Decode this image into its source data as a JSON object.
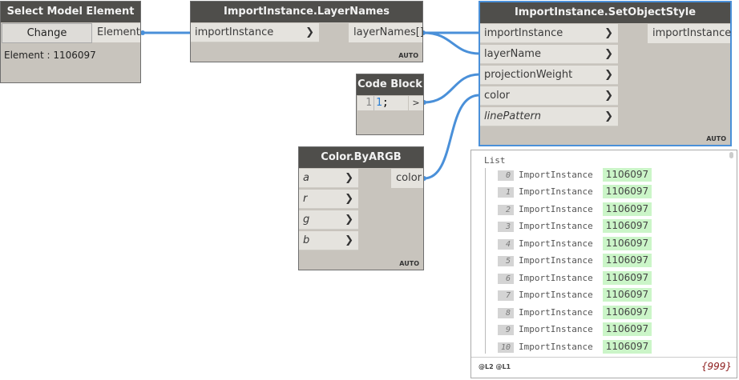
{
  "colors": {
    "wire": "#4a90d9",
    "header_bg": "#4f4e4b",
    "node_body": "#c8c4bd",
    "port_bg": "#e5e3de",
    "selected_border": "#4a90d9",
    "preview_value_bg": "#cbf5c8",
    "count_color": "#8b1a1a"
  },
  "nodes": {
    "select_model_element": {
      "title": "Select Model Element",
      "button_label": "Change",
      "output": "Element",
      "info": "Element : 1106097"
    },
    "layer_names": {
      "title": "ImportInstance.LayerNames",
      "inputs": [
        "importInstance"
      ],
      "output": "layerNames[]",
      "lacing": "AUTO"
    },
    "set_object_style": {
      "title": "ImportInstance.SetObjectStyle",
      "inputs": [
        "importInstance",
        "layerName",
        "projectionWeight",
        "color",
        "linePattern"
      ],
      "output": "importInstance",
      "lacing": "AUTO"
    },
    "code_block": {
      "title": "Code Block",
      "line_number": "1",
      "code_value": "1",
      "code_suffix": ";",
      "output_glyph": ">"
    },
    "color_byargb": {
      "title": "Color.ByARGB",
      "inputs": [
        "a",
        "r",
        "g",
        "b"
      ],
      "output": "color",
      "lacing": "AUTO"
    }
  },
  "preview": {
    "header": "List",
    "items": [
      {
        "index": "0",
        "type": "ImportInstance",
        "value": "1106097"
      },
      {
        "index": "1",
        "type": "ImportInstance",
        "value": "1106097"
      },
      {
        "index": "2",
        "type": "ImportInstance",
        "value": "1106097"
      },
      {
        "index": "3",
        "type": "ImportInstance",
        "value": "1106097"
      },
      {
        "index": "4",
        "type": "ImportInstance",
        "value": "1106097"
      },
      {
        "index": "5",
        "type": "ImportInstance",
        "value": "1106097"
      },
      {
        "index": "6",
        "type": "ImportInstance",
        "value": "1106097"
      },
      {
        "index": "7",
        "type": "ImportInstance",
        "value": "1106097"
      },
      {
        "index": "8",
        "type": "ImportInstance",
        "value": "1106097"
      },
      {
        "index": "9",
        "type": "ImportInstance",
        "value": "1106097"
      },
      {
        "index": "10",
        "type": "ImportInstance",
        "value": "1106097"
      }
    ],
    "levels": "@L2 @L1",
    "count": "{999}"
  }
}
